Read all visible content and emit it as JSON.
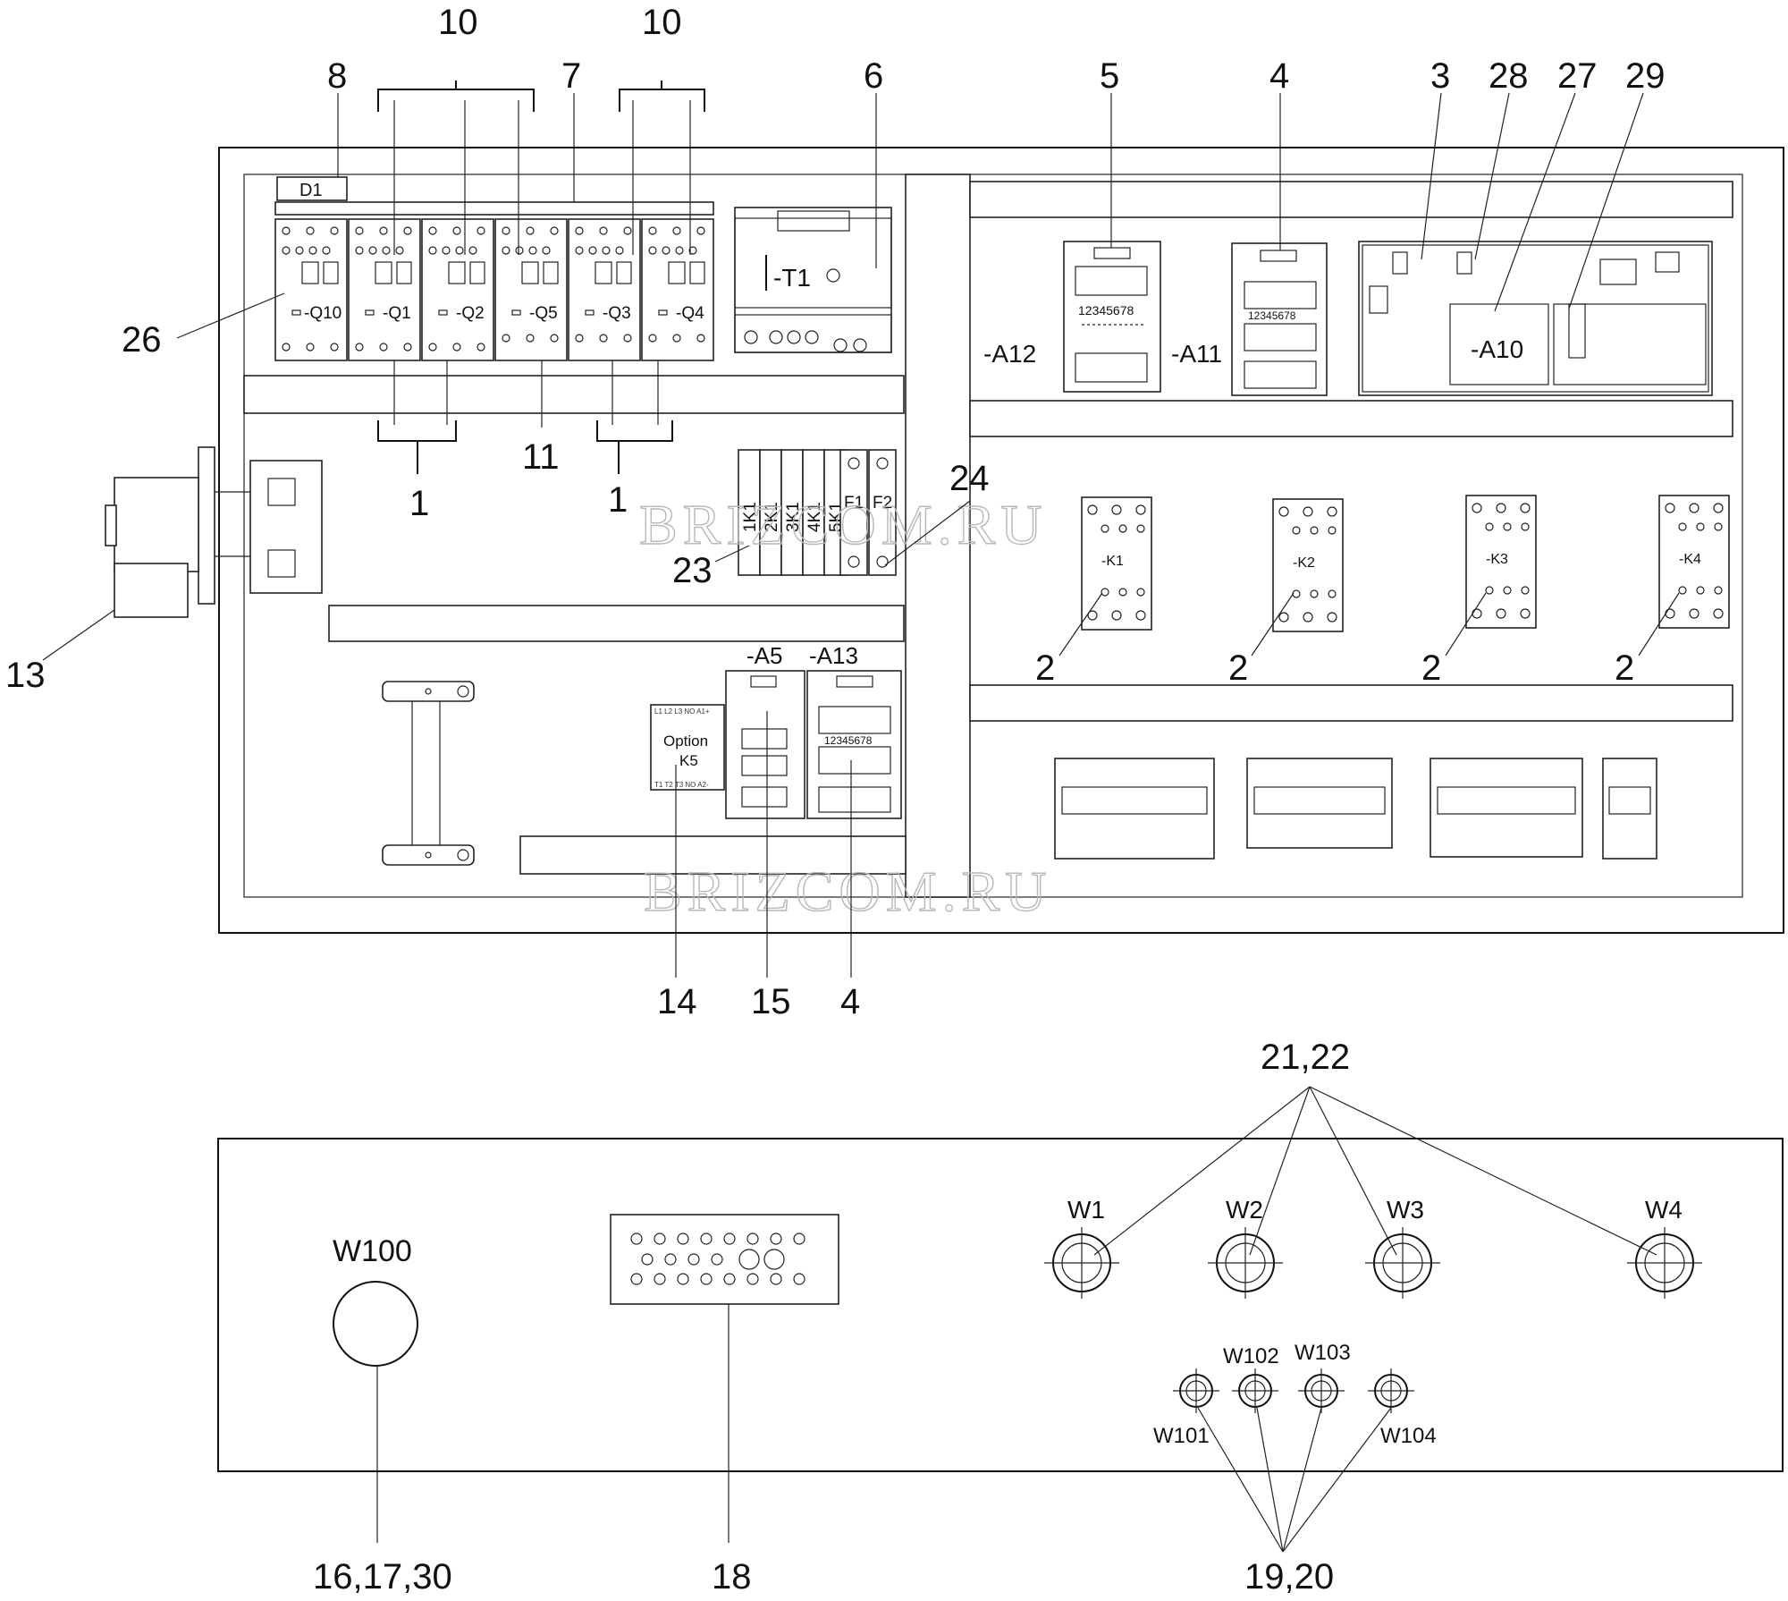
{
  "callouts": {
    "c10a": "10",
    "c10b": "10",
    "c8": "8",
    "c7": "7",
    "c6": "6",
    "c5": "5",
    "c4top": "4",
    "c3": "3",
    "c28": "28",
    "c27": "27",
    "c29": "29",
    "c26": "26",
    "c1a": "1",
    "c11": "11",
    "c1b": "1",
    "c24": "24",
    "c23": "23",
    "c13": "13",
    "c2a": "2",
    "c2b": "2",
    "c2c": "2",
    "c2d": "2",
    "c14": "14",
    "c15": "15",
    "c4bot": "4",
    "c2122": "21,22",
    "c161730": "16,17,30",
    "c18": "18",
    "c1920": "19,20"
  },
  "devices": {
    "d1": "D1",
    "q10": "-Q10",
    "q1": "-Q1",
    "q2": "-Q2",
    "q5": "-Q5",
    "q3": "-Q3",
    "q4": "-Q4",
    "t1": "-T1",
    "a12": "-A12",
    "a11": "-A11",
    "a10": "-A10",
    "k1": "-K1",
    "k2": "-K2",
    "k3": "-K3",
    "k4": "-K4",
    "relays": [
      "1K1",
      "2K1",
      "3K1",
      "4K1",
      "5K1"
    ],
    "f1": "F1",
    "f2": "F2",
    "a5": "-A5",
    "a13": "-A13",
    "option": "Option",
    "k5": "K5",
    "k5_top_terms": "L1  L2  L3  NO A1+",
    "k5_bot_terms": "T1  T2  T3  NO A2-",
    "nums": "12345678"
  },
  "glands": {
    "w100": "W100",
    "w1": "W1",
    "w2": "W2",
    "w3": "W3",
    "w4": "W4",
    "w101": "W101",
    "w102": "W102",
    "w103": "W103",
    "w104": "W104"
  },
  "watermark": "BRIZCOM.RU"
}
